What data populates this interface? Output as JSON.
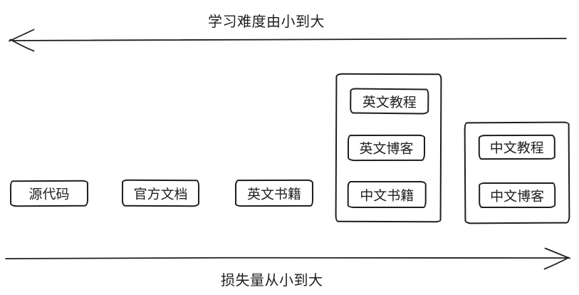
{
  "diagram": {
    "top_axis": {
      "label": "学习难度由小到大",
      "direction": "left"
    },
    "bottom_axis": {
      "label": "损失量从小到大",
      "direction": "right"
    },
    "nodes": [
      {
        "id": "source-code",
        "label": "源代码"
      },
      {
        "id": "official-docs",
        "label": "官方文档"
      },
      {
        "id": "english-books",
        "label": "英文书籍"
      }
    ],
    "groups": [
      {
        "id": "group-1",
        "nodes": [
          {
            "id": "english-tutorials",
            "label": "英文教程"
          },
          {
            "id": "english-blogs",
            "label": "英文博客"
          },
          {
            "id": "chinese-books",
            "label": "中文书籍"
          }
        ]
      },
      {
        "id": "group-2",
        "nodes": [
          {
            "id": "chinese-tutorials",
            "label": "中文教程"
          },
          {
            "id": "chinese-blogs",
            "label": "中文博客"
          }
        ]
      }
    ],
    "colors": {
      "stroke": "#1e1e1e",
      "background": "#ffffff"
    }
  }
}
